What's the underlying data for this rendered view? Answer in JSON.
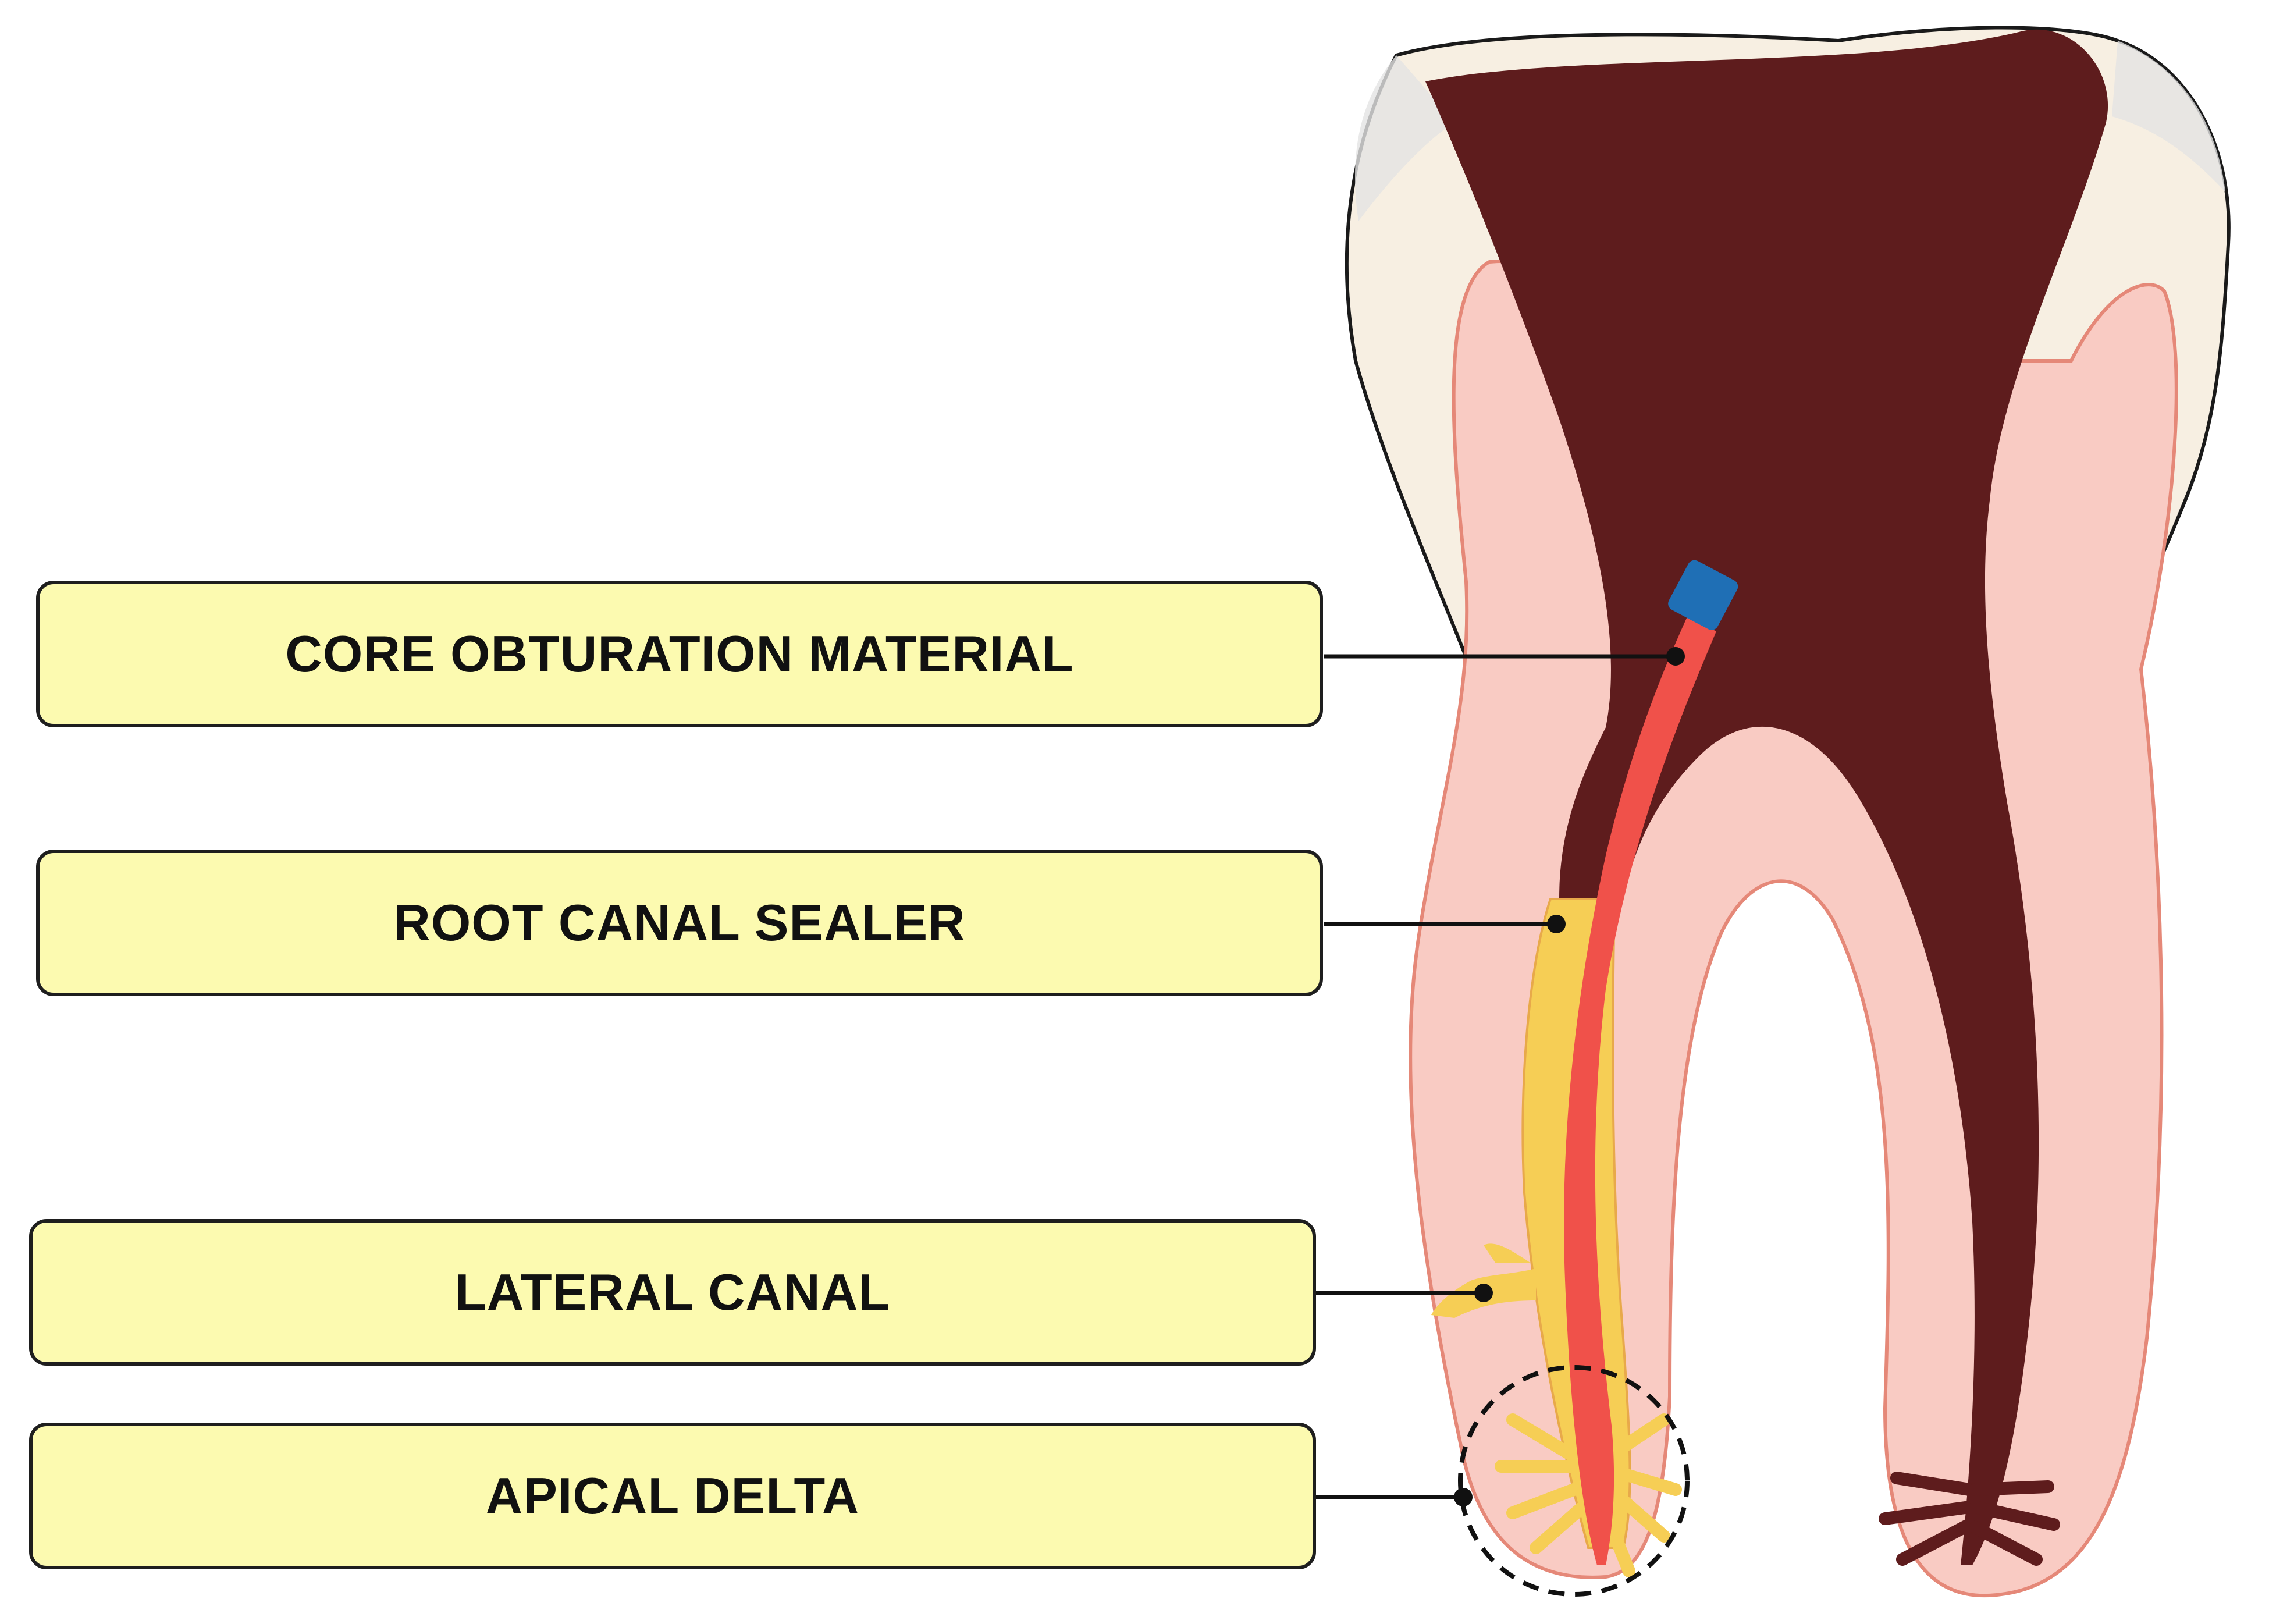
{
  "labels": {
    "core_obturation_material": "CORE OBTURATION MATERIAL",
    "root_canal_sealer": "ROOT CANAL SEALER",
    "lateral_canal": "LATERAL CANAL",
    "apical_delta": "APICAL DELTA"
  },
  "colors": {
    "label_fill": "#fcfab0",
    "label_border": "#1e1e1e",
    "pulp": "#5e1c1d",
    "dentin": "#f9cbc3",
    "dentin_outline": "#e58878",
    "enamel": "#f7efe2",
    "obturation_core": "#f0514a",
    "sealer": "#f6ce55",
    "cap": "#1f6fb5",
    "leader_line": "#111111"
  }
}
